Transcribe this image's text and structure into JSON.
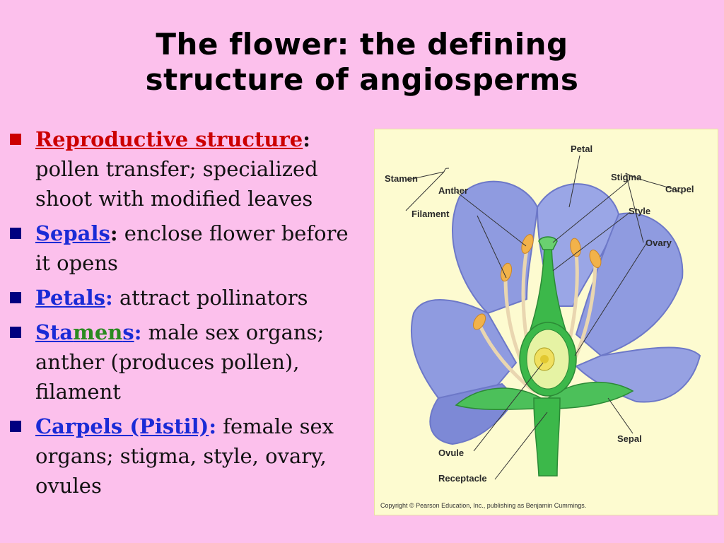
{
  "title": {
    "line1": "The flower: the defining",
    "line2": "structure of angiosperms"
  },
  "bullets": [
    {
      "term": "Reproductive structure",
      "colon": ":",
      "text": "pollen transfer; specialized shoot with modified leaves"
    },
    {
      "term": "Sepals",
      "colon": ":",
      "text": "enclose flower before it opens"
    },
    {
      "term": "Petals",
      "colon": ":",
      "text": "attract pollinators"
    },
    {
      "term_parts": [
        "Sta",
        "men",
        "s"
      ],
      "colon": ":",
      "text": "male sex organs; anther (produces pollen), filament"
    },
    {
      "term": "Carpels (Pistil)",
      "colon": ":",
      "text": "female sex organs; stigma, style, ovary, ovules"
    }
  ],
  "figure": {
    "labels": {
      "stamen": "Stamen",
      "anther": "Anther",
      "filament": "Filament",
      "petal": "Petal",
      "stigma": "Stigma",
      "carpel": "Carpel",
      "style": "Style",
      "ovary": "Ovary",
      "sepal": "Sepal",
      "ovule": "Ovule",
      "receptacle": "Receptacle"
    },
    "copyright": "Copyright © Pearson Education, Inc., publishing as Benjamin Cummings."
  },
  "colors": {
    "background": "#fcc0ec",
    "bullet_red": "#cc0000",
    "bullet_navy": "#000080",
    "term_red": "#cc0000",
    "term_blue": "#1a2bd6",
    "term_green": "#2a8a20",
    "petal": "#8f9be0",
    "stem": "#3cb84a"
  }
}
